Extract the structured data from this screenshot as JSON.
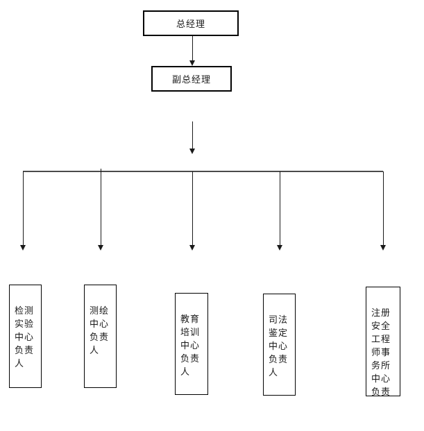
{
  "org_chart": {
    "root": {
      "label": "总经理"
    },
    "deputy": {
      "label": "副总经理"
    },
    "departments": [
      {
        "label": [
          "检测",
          "实验",
          "中心",
          "负责",
          "人"
        ]
      },
      {
        "label": [
          "测绘",
          "中心",
          "负责",
          "人"
        ]
      },
      {
        "label": [
          "教育",
          "培训",
          "中心",
          "负责",
          "人"
        ]
      },
      {
        "label": [
          "司法",
          "鉴定",
          "中心",
          "负责",
          "人"
        ]
      },
      {
        "label": [
          "注册",
          "安全",
          "工程",
          "师事",
          "务所",
          "中心",
          "负责"
        ]
      }
    ],
    "colors": {
      "background": "#ffffff",
      "box_border": "#000000",
      "connector_line": "#4a4a4a",
      "arrow": "#1a1a1a",
      "text": "#1a1a1a"
    }
  }
}
